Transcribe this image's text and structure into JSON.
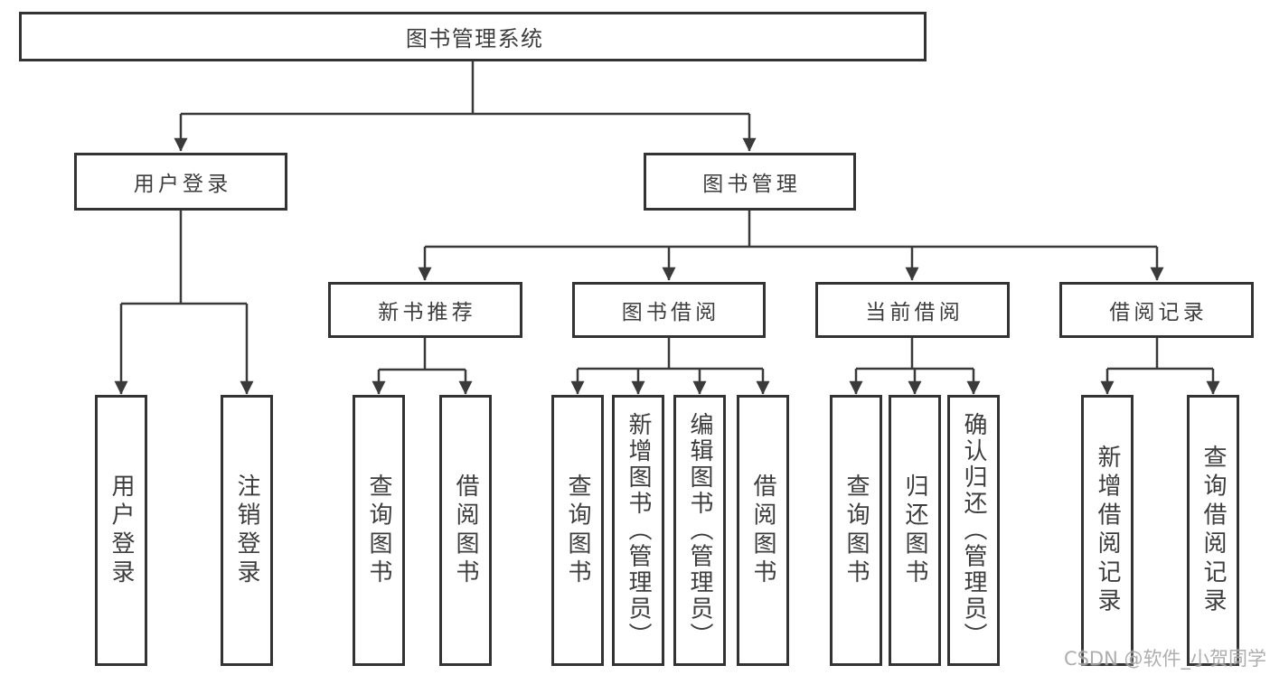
{
  "title": "图书管理系统",
  "watermark": "CSDN @软件_小贺同学",
  "colors": {
    "line": "#3a3a3a",
    "box_border": "#333333",
    "text": "#3d3d3d",
    "background": "#ffffff",
    "watermark": "#a6a6a6"
  },
  "tree": {
    "root": {
      "label": "图书管理系统"
    },
    "branches": [
      {
        "label": "用户登录",
        "children": [
          {
            "label": "用户登录"
          },
          {
            "label": "注销登录"
          }
        ]
      },
      {
        "label": "图书管理",
        "children": [
          {
            "label": "新书推荐",
            "children": [
              {
                "label": "查询图书"
              },
              {
                "label": "借阅图书"
              }
            ]
          },
          {
            "label": "图书借阅",
            "children": [
              {
                "label": "查询图书"
              },
              {
                "label": "新增图书（管理员）"
              },
              {
                "label": "编辑图书（管理员）"
              },
              {
                "label": "借阅图书"
              }
            ]
          },
          {
            "label": "当前借阅",
            "children": [
              {
                "label": "查询图书"
              },
              {
                "label": "归还图书"
              },
              {
                "label": "确认归还（管理员）"
              }
            ]
          },
          {
            "label": "借阅记录",
            "children": [
              {
                "label": "新增借阅记录"
              },
              {
                "label": "查询借阅记录"
              }
            ]
          }
        ]
      }
    ]
  }
}
